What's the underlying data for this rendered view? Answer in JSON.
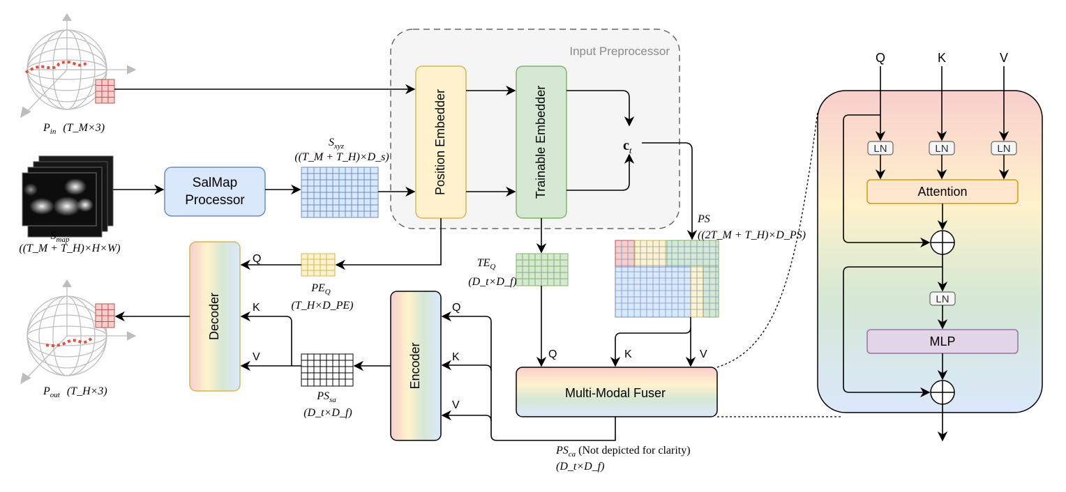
{
  "preprocessor": {
    "title": "Input Preprocessor",
    "position_embedder": "Position Embedder",
    "trainable_embedder": "Trainable Embedder",
    "ct_main": "c",
    "ct_sub": "t"
  },
  "salmap_processor": {
    "line1": "SalMap",
    "line2": "Processor"
  },
  "decoder": "Decoder",
  "encoder": "Encoder",
  "fuser": "Multi-Modal Fuser",
  "block": {
    "q": "Q",
    "k": "K",
    "v": "V",
    "ln": "LN",
    "attention": "Attention",
    "mlp": "MLP"
  },
  "ports": {
    "q": "Q",
    "k": "K",
    "v": "V"
  },
  "labels": {
    "p_in_sym": "P",
    "p_in_sub": "in",
    "p_in_dim": "(T_M×3)",
    "p_out_sym": "P",
    "p_out_sub": "out",
    "p_out_dim": "(T_H×3)",
    "s_map_sym": "S",
    "s_map_sub": "map",
    "s_map_dim": "((T_M + T_H)×H×W)",
    "s_xyz_sym": "S",
    "s_xyz_sub": "xyz",
    "s_xyz_dim": "((T_M + T_H)×D_s)",
    "pe_q_sym": "PE",
    "pe_q_sub": "Q",
    "pe_q_dim": "(T_H×D_PE)",
    "te_q_sym": "TE",
    "te_q_sub": "Q",
    "te_q_dim": "(D_t×D_f)",
    "ps_sym": "PS",
    "ps_dim": "((2T_M + T_H)×D_PS)",
    "ps_sa_sym": "PS",
    "ps_sa_sub": "sa",
    "ps_sa_dim": "(D_t×D_f)",
    "ps_ca_sym": "PS",
    "ps_ca_sub": "ca",
    "ps_ca_note": "(Not depicted for clarity)",
    "ps_ca_dim": "(D_t×D_f)"
  },
  "colors": {
    "position_embedder_fill": "#fff2cc",
    "position_embedder_stroke": "#d6b656",
    "trainable_embedder_fill": "#d5e8d4",
    "trainable_embedder_stroke": "#82b366",
    "salmap_fill": "#dae8fc",
    "salmap_stroke": "#6c8ebf",
    "grid_red": "#b85450",
    "grid_red_fill": "#f8cecc",
    "grid_blue": "#6c8ebf",
    "grid_blue_fill": "#dae8fc",
    "grid_yellow": "#d6b656",
    "grid_yellow_fill": "#fff2cc",
    "grid_green": "#82b366",
    "grid_green_fill": "#d5e8d4",
    "attention_fill": "#ffe6cc",
    "attention_stroke": "#d79b00",
    "mlp_fill": "#e1d5e7",
    "mlp_stroke": "#9673a6",
    "trajectory": "#e74c3c"
  }
}
